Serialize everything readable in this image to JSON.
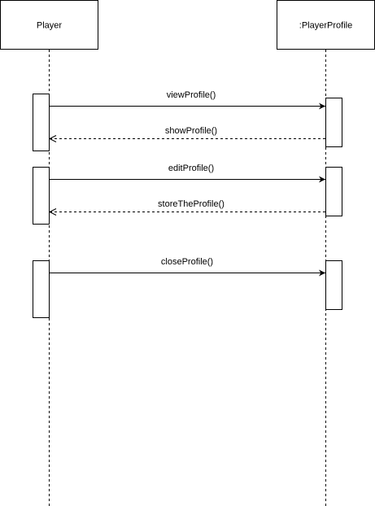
{
  "participants": [
    {
      "id": "player",
      "label": "Player"
    },
    {
      "id": "profile",
      "label": ":PlayerProfile"
    }
  ],
  "messages": [
    {
      "label": "viewProfile()",
      "from": "player",
      "to": "profile",
      "kind": "sync"
    },
    {
      "label": "showProfile()",
      "from": "profile",
      "to": "player",
      "kind": "return"
    },
    {
      "label": "editProfile()",
      "from": "player",
      "to": "profile",
      "kind": "sync"
    },
    {
      "label": "storeTheProfile()",
      "from": "profile",
      "to": "player",
      "kind": "return"
    },
    {
      "label": "closeProfile()",
      "from": "player",
      "to": "profile",
      "kind": "sync"
    }
  ]
}
